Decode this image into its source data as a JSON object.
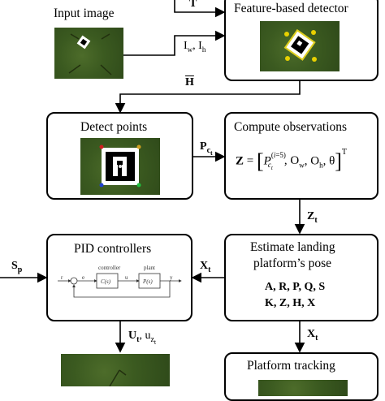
{
  "input_image": {
    "label": "Input image"
  },
  "detector": {
    "title": "Feature-based detector"
  },
  "detect_points": {
    "title": "Detect points"
  },
  "compute_obs": {
    "title": "Compute observations",
    "formula": "Z = [P_ct^(i=5), O_w, O_h, θ]^T"
  },
  "pid": {
    "title": "PID controllers",
    "block_labels": {
      "controller": "controller",
      "plant": "plant",
      "C": "C(s)",
      "P": "P(s)",
      "r": "r",
      "e": "e",
      "u": "u",
      "y": "y"
    }
  },
  "pose": {
    "title_line1": "Estimate landing",
    "title_line2": "platform’s pose",
    "vars_line1": "A, R, P, Q, S",
    "vars_line2": "K, Z, H, X"
  },
  "tracking": {
    "title": "Platform tracking"
  },
  "edges": {
    "T": "T",
    "Iw": "I",
    "Iw_sub": "w",
    "Ih": "I",
    "Ih_sub": "h",
    "Hbar": "H",
    "Pct": "P",
    "Pct_sub": "c",
    "Pct_subsub": "t",
    "Zt": "Z",
    "Zt_sub": "t",
    "Xt_left": "X",
    "Xt_left_sub": "t",
    "Sp": "S",
    "Sp_sub": "p",
    "Ut": "U",
    "Ut_sub": "t",
    "uzt": "u",
    "uzt_sub": "z",
    "uzt_subsub": "t",
    "Xt_down": "X",
    "Xt_down_sub": "t"
  }
}
